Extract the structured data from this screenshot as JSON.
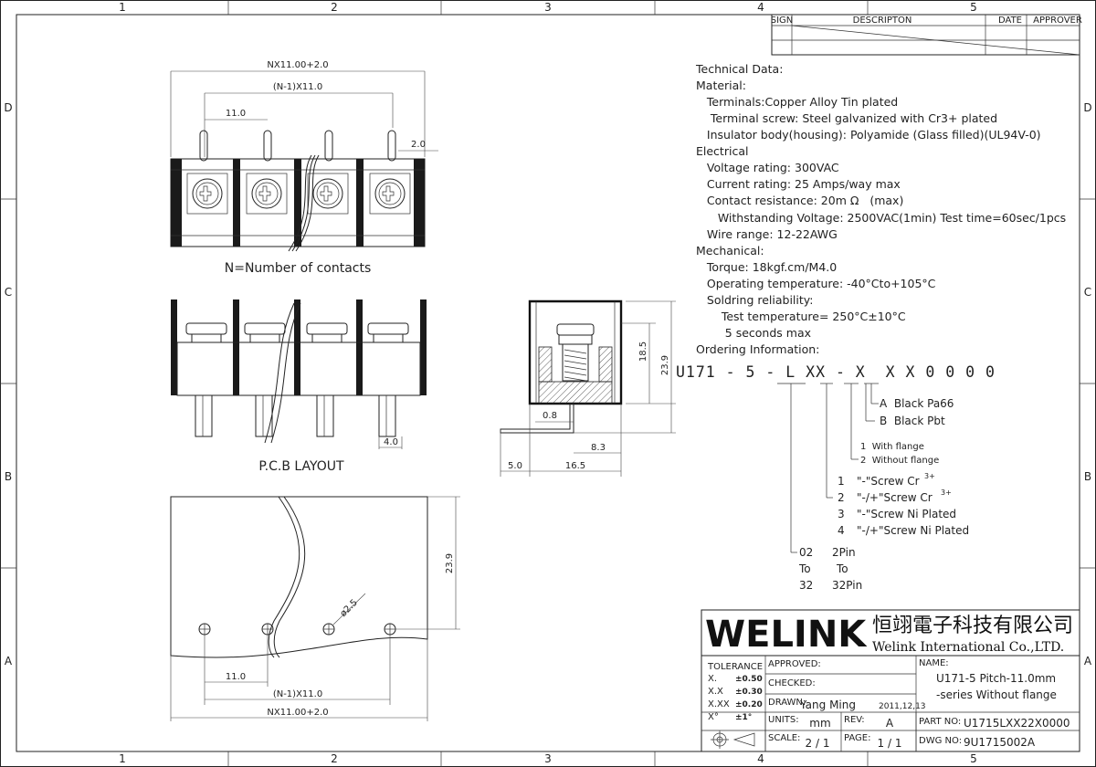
{
  "frame": {
    "columns": [
      "1",
      "2",
      "3",
      "4",
      "5"
    ],
    "rows": [
      "D",
      "C",
      "B",
      "A"
    ]
  },
  "revision_table": {
    "sign": "SIGN",
    "description": "DESCRIPTON",
    "date": "DATE",
    "approver": "APPROVER"
  },
  "top_view": {
    "dim_overall": "NX11.00+2.0",
    "dim_span": "(N-1)X11.0",
    "dim_pitch": "11.0",
    "dim_edge": "2.0",
    "caption": "N=Number of contacts"
  },
  "front_view": {
    "dim_pin": "4.0",
    "caption": "P.C.B LAYOUT"
  },
  "side_view": {
    "dim_height_total": "23.9",
    "dim_height_body": "18.5",
    "dim_pin_thickness": "0.8",
    "dim_pin_offset": "8.3",
    "dim_pin_len": "5.0",
    "dim_depth": "16.5"
  },
  "pcb_view": {
    "dim_height": "23.9",
    "dim_hole": "ø2.5",
    "dim_pitch": "11.0",
    "dim_span": "(N-1)X11.0",
    "dim_overall": "NX11.00+2.0"
  },
  "tech": {
    "lines": [
      "Technical Data:",
      "Material:",
      "   Terminals:Copper Alloy Tin plated",
      "    Terminal screw: Steel galvanized with Cr3+ plated",
      "   Insulator body(housing): Polyamide (Glass filled)(UL94V-0)",
      "Electrical",
      "   Voltage rating: 300VAC",
      "   Current rating: 25 Amps/way max",
      "   Contact resistance: 20m Ω   (max)",
      "      Withstanding Voltage: 2500VAC(1min) Test time=60sec/1pcs",
      "   Wire range: 12-22AWG",
      "Mechanical:",
      "   Torque: 18kgf.cm/M4.0",
      "   Operating temperature: -40°Cto+105°C",
      "   Soldring reliability:",
      "       Test temperature= 250°C±10°C",
      "        5 seconds max",
      "Ordering Information:"
    ]
  },
  "ordering": {
    "code": "U171 - 5 - L XX - X  X X 0 0 0 0",
    "color_options": [
      "A  Black Pa66",
      "B  Black Pbt"
    ],
    "flange_options": [
      "1  With flange",
      "2  Without flange"
    ],
    "screw_options": [
      {
        "num": "1",
        "text": "\"-\"Screw Cr",
        "sup": "3+"
      },
      {
        "num": "2",
        "text": "\"-/+\"Screw Cr",
        "sup": "3+"
      },
      {
        "num": "3",
        "text": "\"-\"Screw Ni Plated",
        "sup": ""
      },
      {
        "num": "4",
        "text": "\"-/+\"Screw Ni Plated",
        "sup": ""
      }
    ],
    "pin_range": [
      {
        "code": "02",
        "text": "2Pin"
      },
      {
        "code": "To",
        "text": "To"
      },
      {
        "code": "32",
        "text": "32Pin"
      }
    ]
  },
  "title_block": {
    "brand": "WELINK",
    "brand_cn": "恒翊電子科技有限公司",
    "brand_en": "Welink International Co.,LTD.",
    "tolerance_label": "TOLERANCE",
    "tolerances": [
      {
        "k": "X.",
        "v": "±0.50"
      },
      {
        "k": "X.X",
        "v": "±0.30"
      },
      {
        "k": "X.XX",
        "v": "±0.20"
      },
      {
        "k": "X°",
        "v": "±1°"
      }
    ],
    "approved_label": "APPROVED:",
    "checked_label": "CHECKED:",
    "drawn_label": "DRAWN:",
    "drawn_by": "Yang Ming",
    "drawn_date": "2011,12,13",
    "units_label": "UNITS:",
    "units": "mm",
    "rev_label": "REV:",
    "rev": "A",
    "scale_label": "SCALE:",
    "scale": "2 / 1",
    "page_label": "PAGE:",
    "page": "1 / 1",
    "name_label": "NAME:",
    "name_line1": "U171-5 Pitch-11.0mm",
    "name_line2": "-series Without flange",
    "part_no_label": "PART NO:",
    "part_no": "U1715LXX22X0000",
    "dwg_no_label": "DWG NO:",
    "dwg_no": "9U1715002A"
  }
}
